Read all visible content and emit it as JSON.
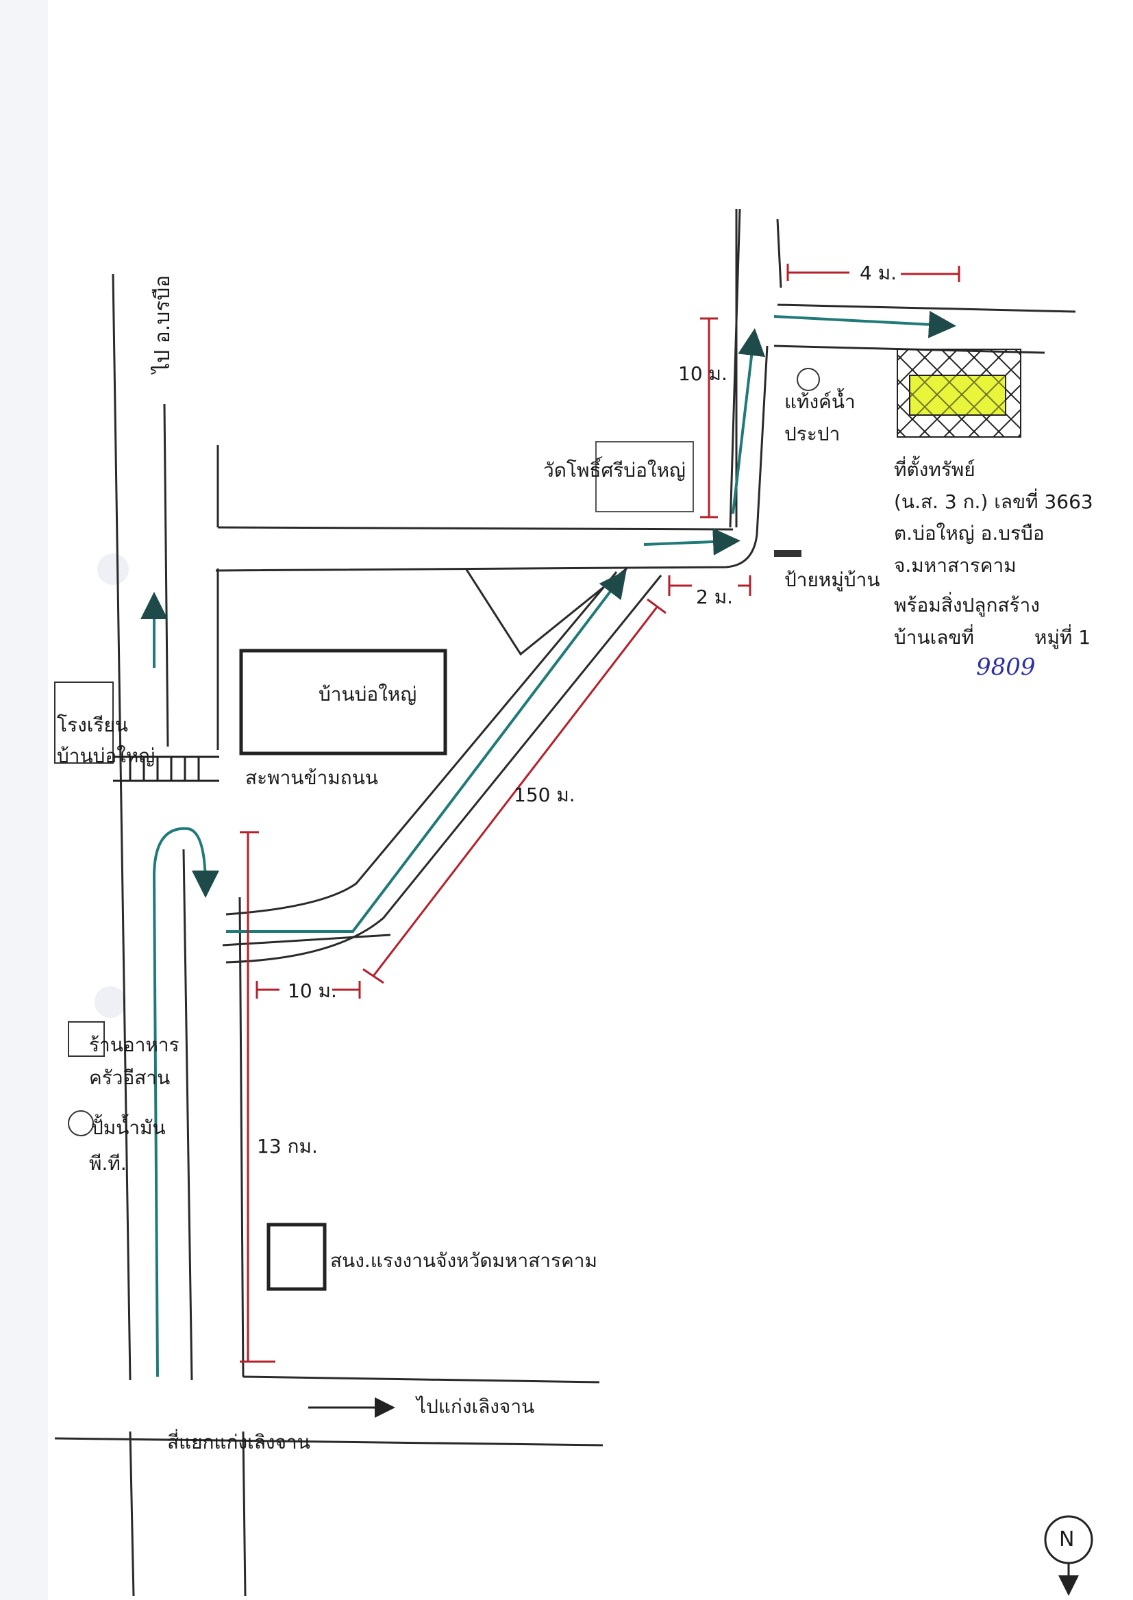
{
  "labels": {
    "to_borabue": "ไป อ.บรบือ",
    "temple": "วัดโพธิ์ศรีบ่อใหญ่",
    "water_tank_1": "แท้งค์น้ำ",
    "water_tank_2": "ประปา",
    "village_sign": "ป้ายหมู่บ้าน",
    "village": "บ้านบ่อใหญ่",
    "school_1": "โรงเรียน",
    "school_2": "บ้านบ่อใหญ่",
    "bridge": "สะพานข้ามถนน",
    "restaurant_1": "ร้านอาหาร",
    "restaurant_2": "ครัวอีสาน",
    "gas_1": "ปั้มน้ำมัน",
    "gas_2": "พี.ที.",
    "labor_office": "สนง.แรงงานจังหวัดมหาสารคาม",
    "to_kaeng": "ไปแก่งเลิงจาน",
    "intersection": "สี่แยกแก่งเลิงจาน",
    "north": "N"
  },
  "property": {
    "line1": "ที่ตั้งทรัพย์",
    "line2": "(น.ส. 3 ก.) เลขที่ 3663",
    "line3": "ต.บ่อใหญ่  อ.บรบือ",
    "line4": "จ.มหาสารคาม",
    "line5": "พร้อมสิ่งปลูกสร้าง",
    "line6": "บ้านเลขที่",
    "line7": "หมู่ที่ 1",
    "handwritten_number": "9809"
  },
  "distances": {
    "d_4m": "4 ม.",
    "d_10m_top": "10 ม.",
    "d_2m": "2 ม.",
    "d_150m": "150 ม.",
    "d_10m_bottom": "10 ม.",
    "d_13km": "13 กม."
  },
  "colors": {
    "road": "#2a2a2a",
    "route_arrow": "#1f7a78",
    "measure": "#b5202a",
    "property_fill": "#e8f53a"
  }
}
